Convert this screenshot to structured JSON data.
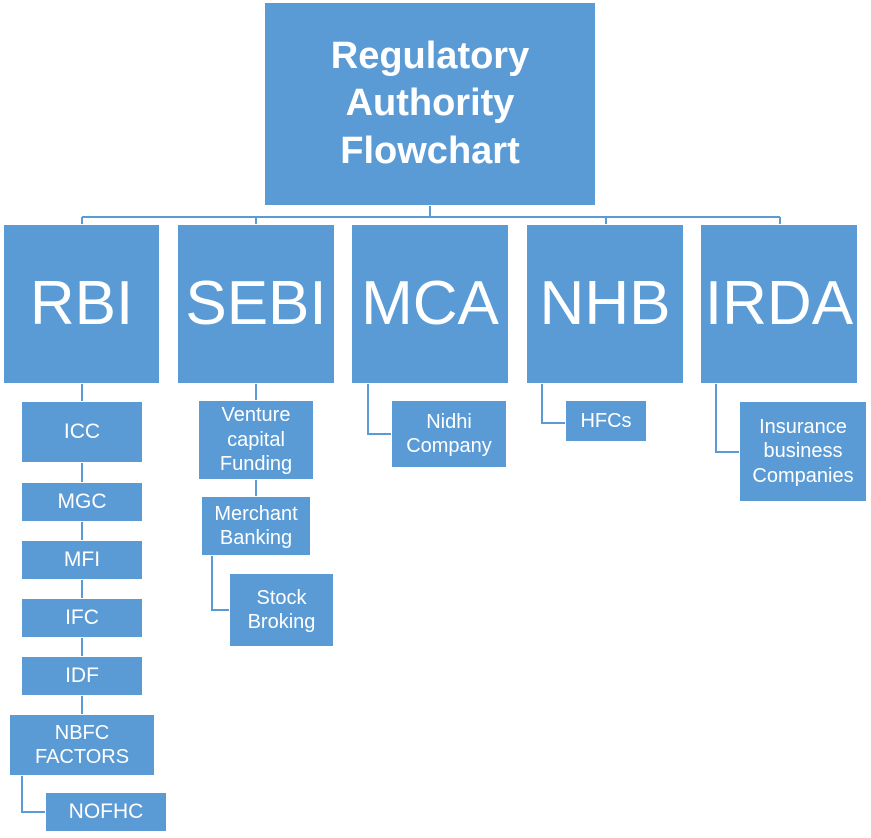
{
  "title": "Regulatory Authority Flowchart",
  "colors": {
    "box": "#5b9bd5",
    "text": "#ffffff",
    "connector": "#5b9bd5"
  },
  "authorities": [
    {
      "name": "RBI",
      "entities": [
        "ICC",
        "MGC",
        "MFI",
        "IFC",
        "IDF",
        "NBFC FACTORS",
        "NOFHC"
      ]
    },
    {
      "name": "SEBI",
      "entities": [
        "Venture capital Funding",
        "Merchant Banking",
        "Stock Broking"
      ]
    },
    {
      "name": "MCA",
      "entities": [
        "Nidhi Company"
      ]
    },
    {
      "name": "NHB",
      "entities": [
        "HFCs"
      ]
    },
    {
      "name": "IRDA",
      "entities": [
        "Insurance business Companies"
      ]
    }
  ]
}
